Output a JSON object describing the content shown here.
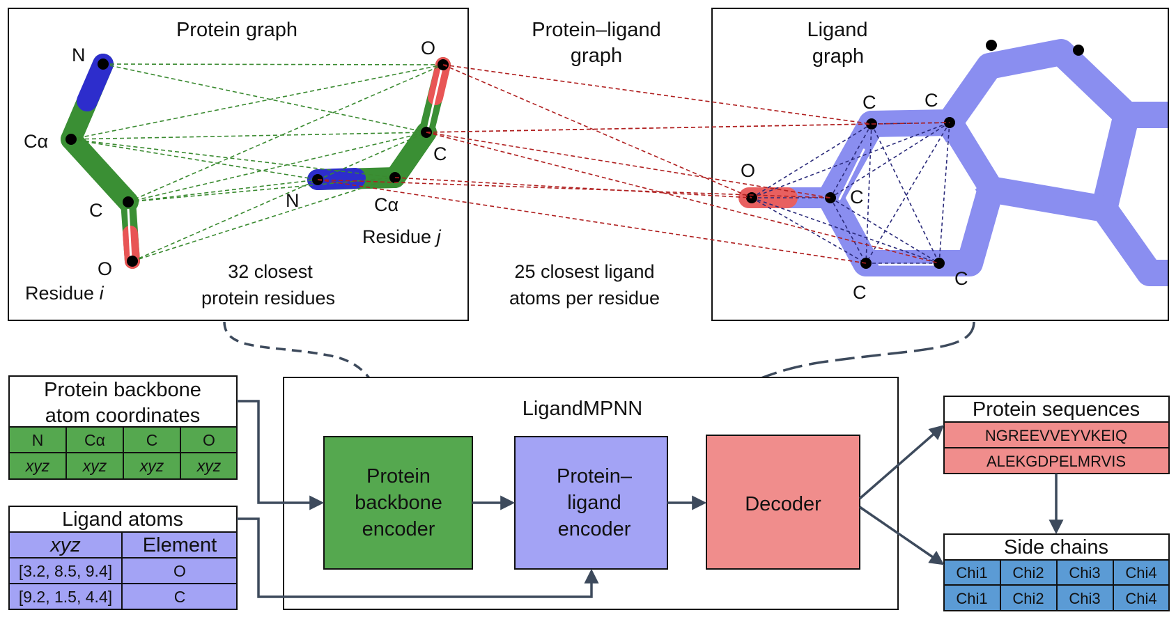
{
  "protein_graph": {
    "title": "Protein graph",
    "caption_line1": "32 closest",
    "caption_line2": "protein residues",
    "residue_i": {
      "label_prefix": "Residue ",
      "label_italic": "i",
      "N": "N",
      "CA": "Cα",
      "C": "C",
      "O": "O"
    },
    "residue_j": {
      "label_prefix": "Residue ",
      "label_italic": "j",
      "N": "N",
      "CA": "Cα",
      "C": "C",
      "O": "O"
    }
  },
  "protein_ligand_graph": {
    "title_line1": "Protein–ligand",
    "title_line2": "graph",
    "caption_line1": "25 closest ligand",
    "caption_line2": "atoms per residue"
  },
  "ligand_graph": {
    "title_line1": "Ligand",
    "title_line2": "graph",
    "atoms": [
      "O",
      "C",
      "C",
      "C",
      "C",
      "C"
    ]
  },
  "inputs": {
    "backbone": {
      "title_line1": "Protein backbone",
      "title_line2": "atom coordinates",
      "headers": [
        "N",
        "Cα",
        "C",
        "O"
      ],
      "values": [
        "xyz",
        "xyz",
        "xyz",
        "xyz"
      ]
    },
    "ligand": {
      "title": "Ligand atoms",
      "headers": [
        "xyz",
        "Element"
      ],
      "rows": [
        [
          "[3.2, 8.5, 9.4]",
          "O"
        ],
        [
          "[9.2, 1.5, 4.4]",
          "C"
        ]
      ]
    }
  },
  "model": {
    "name": "LigandMPNN",
    "backbone_encoder": [
      "Protein",
      "backbone",
      "encoder"
    ],
    "ligand_encoder": [
      "Protein–",
      "ligand",
      "encoder"
    ],
    "decoder": "Decoder"
  },
  "outputs": {
    "sequences_title": "Protein sequences",
    "sequences": [
      "NGREEVVEYVKEIQ",
      "ALEKGDPELMRVIS"
    ],
    "sidechains_title": "Side chains",
    "chi_rows": [
      [
        "Chi1",
        "Chi2",
        "Chi3",
        "Chi4"
      ],
      [
        "Chi1",
        "Chi2",
        "Chi3",
        "Chi4"
      ]
    ]
  },
  "colors": {
    "green": "#55a84f",
    "lavender": "#a3a3f5",
    "salmon": "#f08d8c",
    "blue_cell": "#5b9bd5",
    "arrow": "#3d4a5c",
    "green_dash": "#3a8a30",
    "red_dash": "#b02020",
    "navy_dash": "#2a2a7a"
  }
}
